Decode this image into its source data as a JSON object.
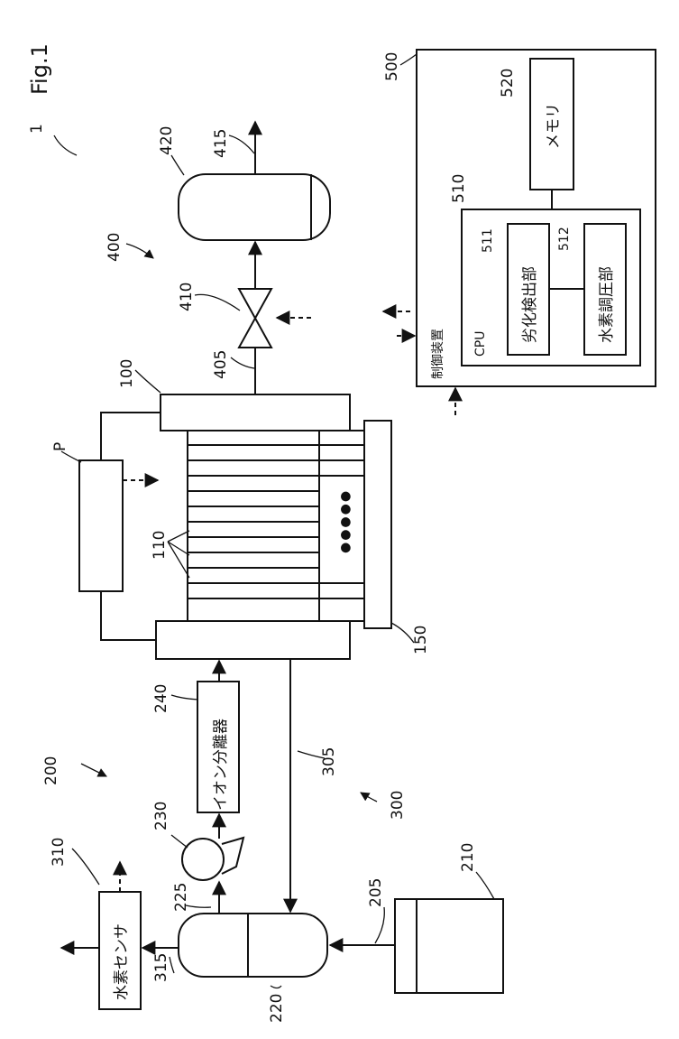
{
  "figure_title": "Fig.1",
  "system_label": "1",
  "ref_labels": {
    "r100": "100",
    "r110": "110",
    "r150": "150",
    "rP": "P",
    "r200": "200",
    "r205": "205",
    "r210": "210",
    "r220": "220",
    "r225": "225",
    "r230": "230",
    "r240": "240",
    "r300": "300",
    "r305": "305",
    "r310": "310",
    "r315": "315",
    "r400": "400",
    "r405": "405",
    "r410": "410",
    "r415": "415",
    "r420": "420",
    "r500": "500",
    "r510": "510",
    "r511": "511",
    "r512": "512",
    "r520": "520"
  },
  "components": {
    "hydrogen_sensor": "水素センサ",
    "ion_separator": "イオン分離器",
    "controller": "制御装置",
    "cpu": "CPU",
    "degradation_detector": "劣化検出部",
    "hydrogen_pressure_regulator": "水素調圧部",
    "memory": "メモリ"
  },
  "stack_dots": "●●●●●"
}
